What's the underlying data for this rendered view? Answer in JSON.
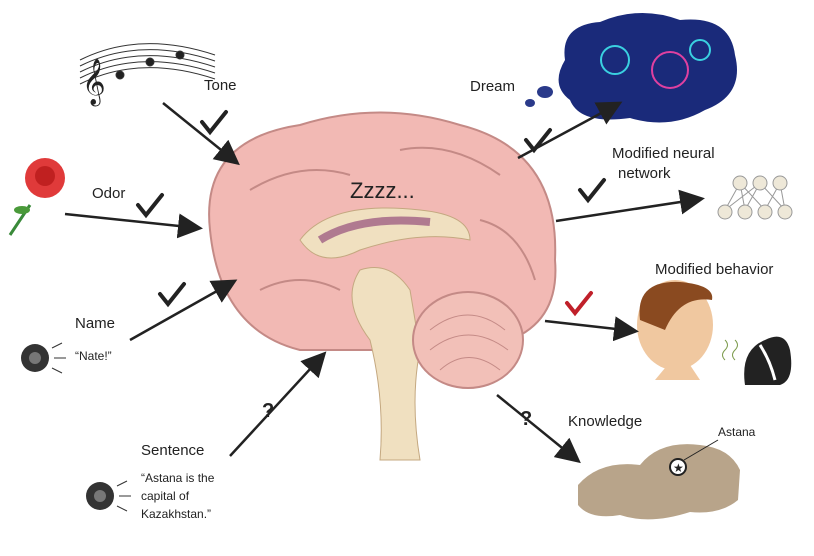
{
  "inputs": {
    "tone": "Tone",
    "odor": "Odor",
    "name": "Name",
    "name_quote": "“Nate!”",
    "sentence": "Sentence",
    "sentence_quote": [
      "“Astana is the",
      "capital of",
      "Kazakhstan.”"
    ]
  },
  "brain": {
    "sleep_text": "Zzzz..."
  },
  "outputs": {
    "dream": "Dream",
    "network": [
      "Modified neural",
      "network"
    ],
    "behavior": "Modified behavior",
    "knowledge": "Knowledge",
    "map_label": "Astana"
  },
  "marks": {
    "question": "?"
  },
  "colors": {
    "brain": "#f2b9b4",
    "arrow": "#222222",
    "check": "#222222",
    "check_red": "#c0202a",
    "map": "#b8a48a"
  }
}
